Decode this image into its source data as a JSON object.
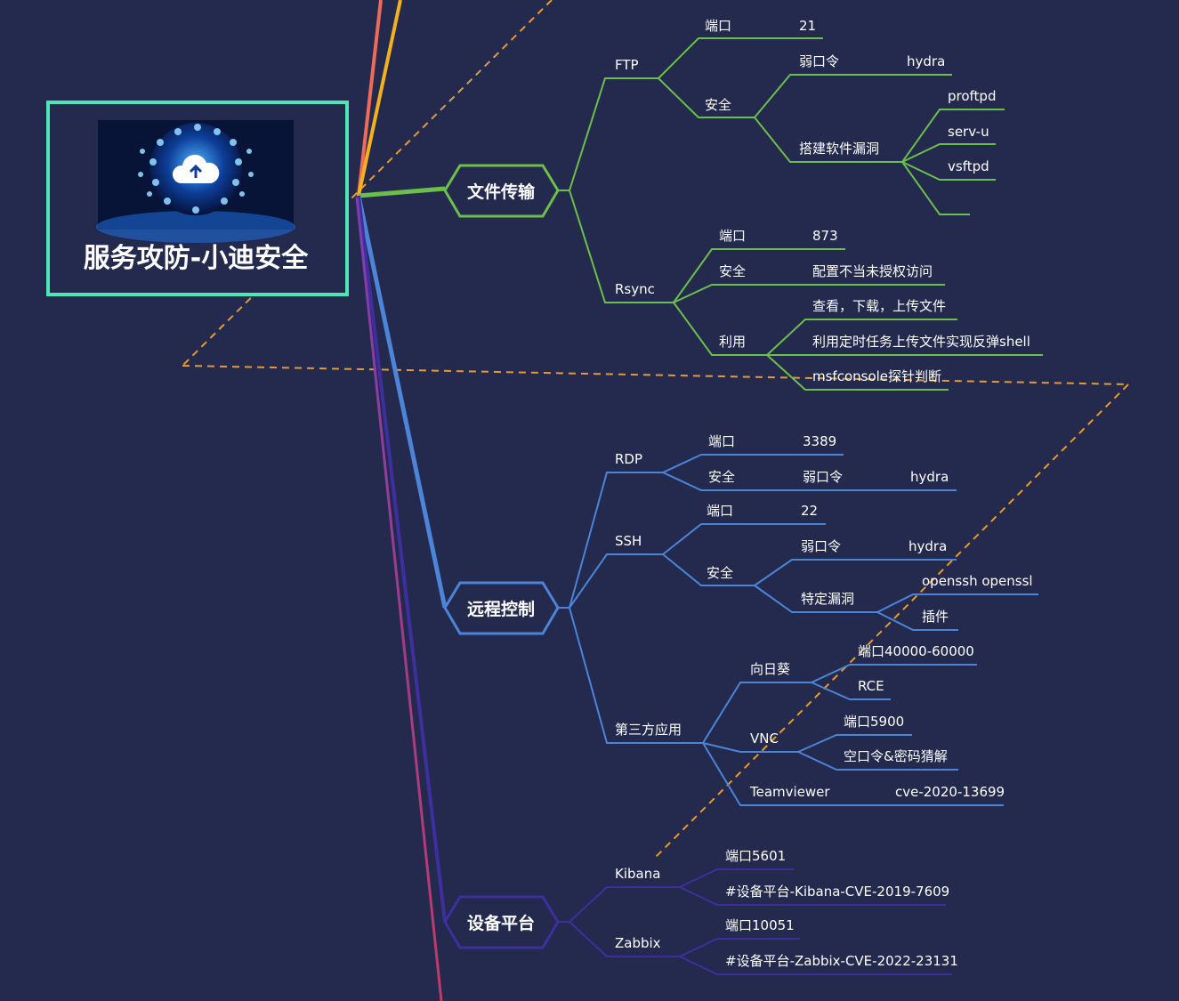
{
  "root": {
    "title": "服务攻防-小迪安全",
    "image": "cloud-network-image"
  },
  "colors": {
    "background": "#232a4e",
    "root_border": "#4ee6b4",
    "file_transfer": "#6cbf4a",
    "remote_control": "#4c84d8",
    "device_platform": "#3f2f9e",
    "dashed_boundary": "#e39a3a",
    "text": "#ffffff"
  },
  "branches": {
    "file_transfer": {
      "label": "文件传输",
      "ftp": {
        "label": "FTP",
        "port_label": "端口",
        "port_value": "21",
        "security_label": "安全",
        "weak_password": "弱口令",
        "weak_password_tool": "hydra",
        "software_vuln": "搭建软件漏洞",
        "software": [
          "proftpd",
          "serv-u",
          "vsftpd",
          ""
        ]
      },
      "rsync": {
        "label": "Rsync",
        "port_label": "端口",
        "port_value": "873",
        "security_label": "安全",
        "security_value": "配置不当未授权访问",
        "exploit_label": "利用",
        "exploit_items": [
          "查看，下载，上传文件",
          "利用定时任务上传文件实现反弹shell",
          "msfconsole探针判断"
        ]
      }
    },
    "remote_control": {
      "label": "远程控制",
      "rdp": {
        "label": "RDP",
        "port_label": "端口",
        "port_value": "3389",
        "security_label": "安全",
        "weak_password": "弱口令",
        "weak_password_tool": "hydra"
      },
      "ssh": {
        "label": "SSH",
        "port_label": "端口",
        "port_value": "22",
        "security_label": "安全",
        "weak_password": "弱口令",
        "weak_password_tool": "hydra",
        "specific_vuln": "特定漏洞",
        "vuln_items": [
          "openssh openssl",
          "插件"
        ]
      },
      "third_party": {
        "label": "第三方应用",
        "sunflower": {
          "label": "向日葵",
          "items": [
            "端口40000-60000",
            "RCE"
          ]
        },
        "vnc": {
          "label": "VNC",
          "items": [
            "端口5900",
            "空口令&密码猜解"
          ]
        },
        "teamviewer": {
          "label": "Teamviewer",
          "value": "cve-2020-13699"
        }
      }
    },
    "device_platform": {
      "label": "设备平台",
      "kibana": {
        "label": "Kibana",
        "items": [
          "端口5601",
          "#设备平台-Kibana-CVE-2019-7609"
        ]
      },
      "zabbix": {
        "label": "Zabbix",
        "items": [
          "端口10051",
          "#设备平台-Zabbix-CVE-2022-23131"
        ]
      }
    }
  }
}
